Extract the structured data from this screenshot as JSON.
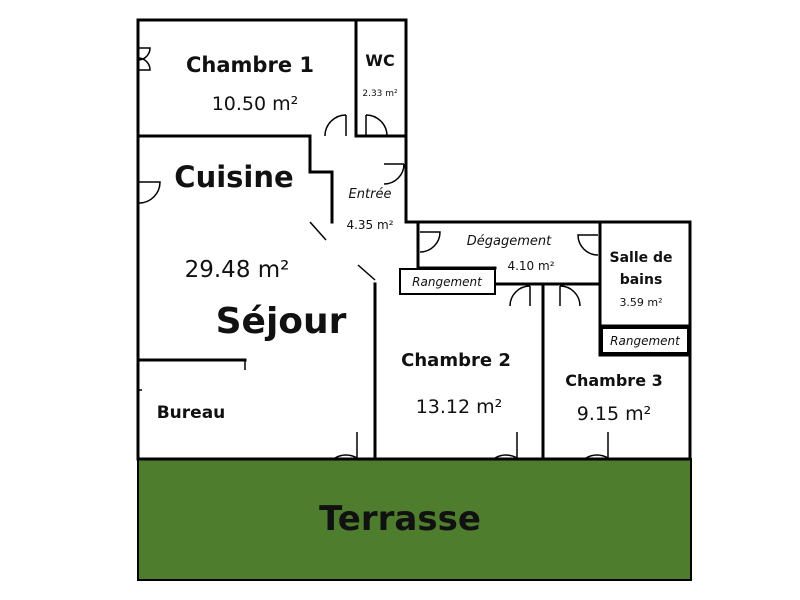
{
  "colors": {
    "wall": "#000000",
    "terrace": "#4f7d2e",
    "background": "#ffffff"
  },
  "rooms": {
    "chambre1": {
      "name": "Chambre 1",
      "area": "10.50 m²"
    },
    "wc": {
      "name": "WC",
      "area": "2.33 m²"
    },
    "cuisine": {
      "name": "Cuisine"
    },
    "sejour": {
      "name": "Séjour",
      "area": "29.48 m²"
    },
    "entree": {
      "name": "Entrée",
      "area": "4.35 m²"
    },
    "degagement": {
      "name": "Dégagement",
      "area": "4.10 m²"
    },
    "salle_de_bains": {
      "name_line1": "Salle de",
      "name_line2": "bains",
      "area": "3.59 m²"
    },
    "rangement1": {
      "name": "Rangement"
    },
    "rangement2": {
      "name": "Rangement"
    },
    "chambre2": {
      "name": "Chambre 2",
      "area": "13.12 m²"
    },
    "chambre3": {
      "name": "Chambre 3",
      "area": "9.15 m²"
    },
    "bureau": {
      "name": "Bureau"
    },
    "terrasse": {
      "name": "Terrasse"
    }
  }
}
